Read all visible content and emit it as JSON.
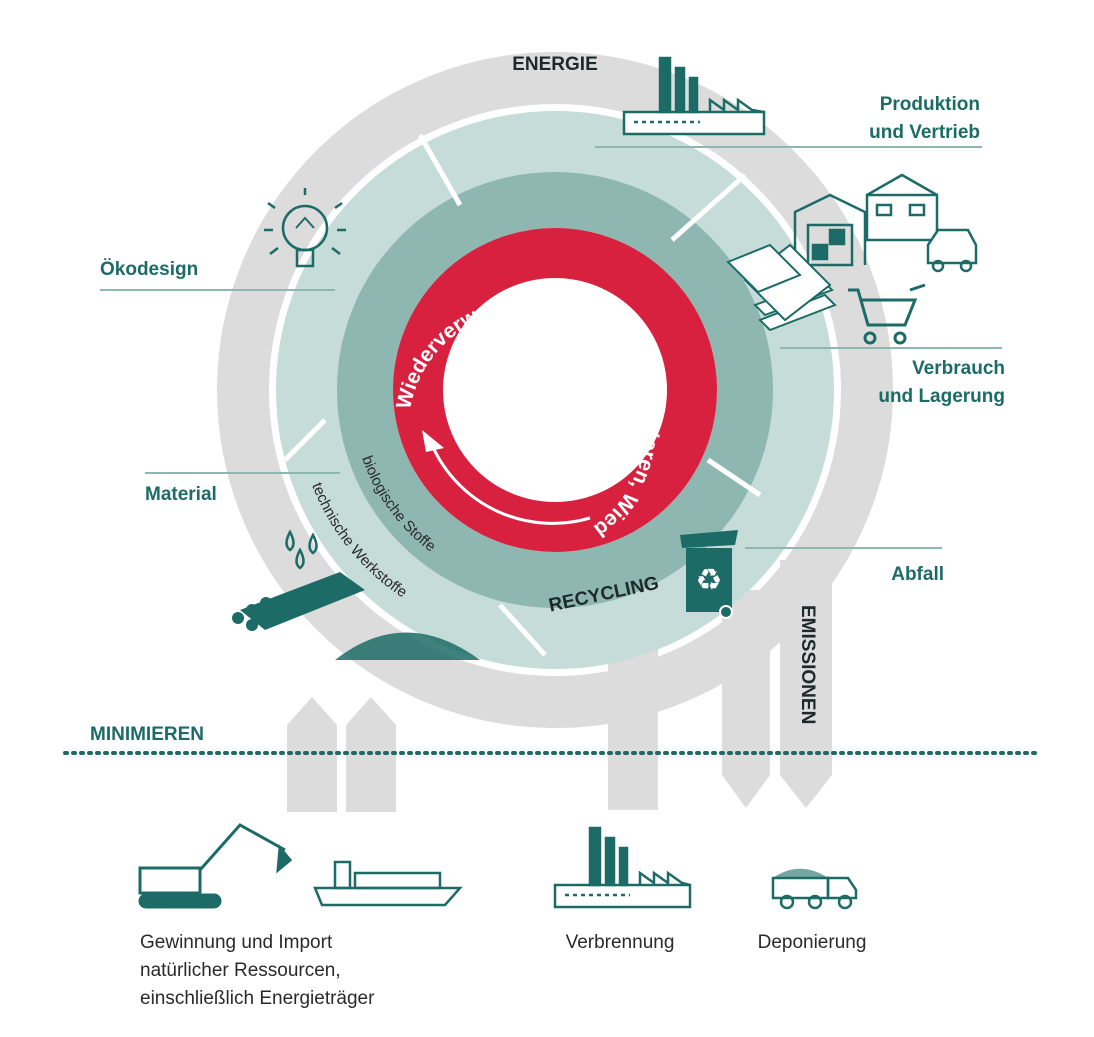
{
  "labels": {
    "energie": "ENERGIE",
    "produktion_1": "Produktion",
    "produktion_2": "und Vertrieb",
    "oekodesign": "Ökodesign",
    "verbrauch_1": "Verbrauch",
    "verbrauch_2": "und Lagerung",
    "material": "Material",
    "abfall": "Abfall",
    "recycling": "RECYCLING",
    "emissionen": "EMISSIONEN",
    "minimieren": "MINIMIEREN",
    "biologische_stoffe": "biologische Stoffe",
    "technische_werkstoffe": "technische Werkstoffe",
    "inner_ring": "Wiederverwertung, Reparieren, Sanieren, Wiederaufarbeiten"
  },
  "bottom": {
    "gewinnung_1": "Gewinnung und Import",
    "gewinnung_2": "natürlicher Ressourcen,",
    "gewinnung_3": "einschließlich Energieträger",
    "verbrennung": "Verbrennung",
    "deponierung": "Deponierung"
  },
  "colors": {
    "teal_dark": "#1c6b66",
    "teal_mid": "#8fb7b2",
    "teal_light": "#c5dcd8",
    "red": "#d7213f",
    "grey": "#dcdcdc"
  }
}
